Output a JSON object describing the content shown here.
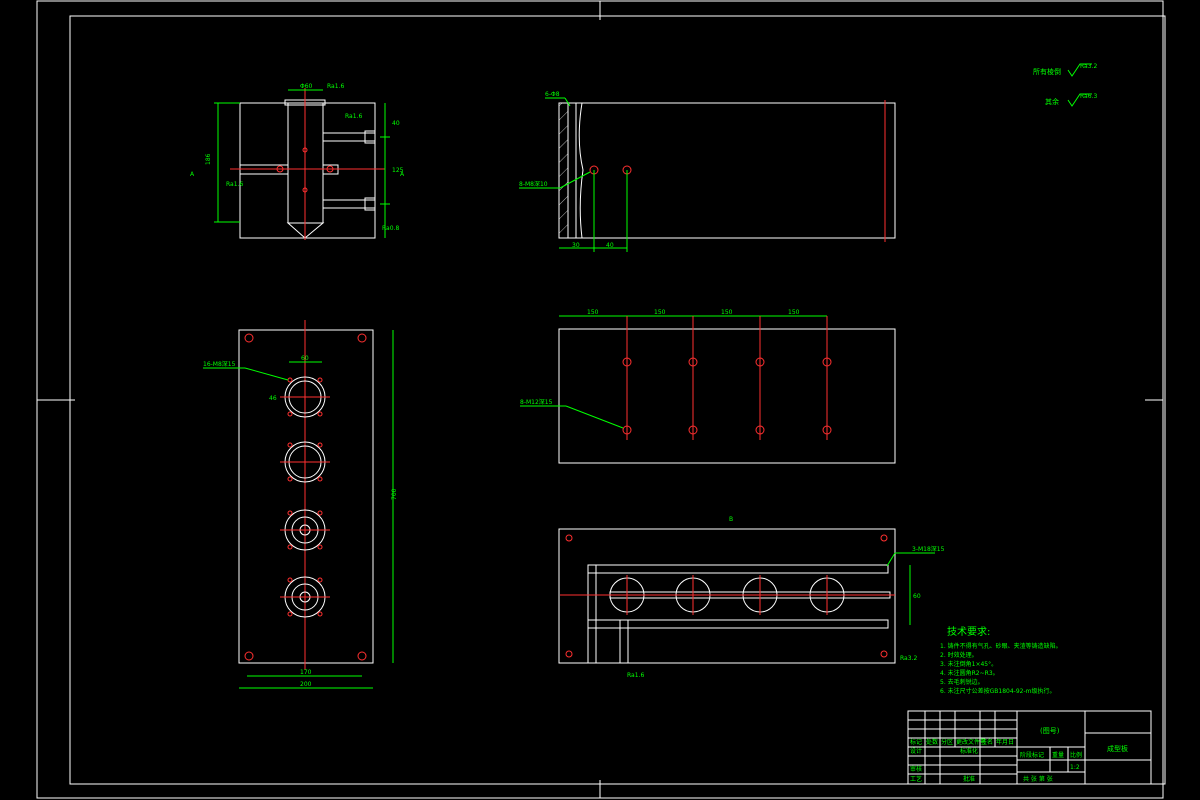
{
  "views": {
    "side": {
      "dim_top": "Φ60",
      "dim_height": "186",
      "dim_v1": "40",
      "dim_v2": "125",
      "roughness_a": "Ra1.6",
      "roughness_b": "Ra1.6",
      "roughness_c": "Ra1.6",
      "roughness_d": "Ra0.8",
      "section_left": "A",
      "section_right": "A"
    },
    "front_top": {
      "hole_label": "6-Φ8",
      "side_hole_label": "8-M8深10",
      "dim_a": "30",
      "dim_b": "40"
    },
    "plan": {
      "hole_label": "16-M8深15",
      "dim_bore": "60",
      "dim_pitch": "46",
      "dim_inner": "170",
      "dim_outer": "200",
      "dim_len": "700"
    },
    "middle": {
      "dim_1": "150",
      "dim_2": "150",
      "dim_3": "150",
      "dim_4": "150",
      "hole_label": "8-M12深15"
    },
    "section": {
      "mark": "B",
      "port_label": "3-M18深15",
      "dim_h": "60",
      "roughness": "Ra1.6",
      "roughness_right": "Ra3.2"
    }
  },
  "notes": {
    "roughness_all_label": "所有棱倒",
    "roughness_all_value": "Ra3.2",
    "roughness_rest_label": "其余",
    "roughness_rest_value": "Ra6.3",
    "title": "技术要求:",
    "items": [
      "1. 铸件不得有气孔、砂眼、夹渣等铸造缺陷。",
      "2. 时效处理。",
      "3. 未注倒角1×45°。",
      "4. 未注圆角R2~R3。",
      "5. 去毛刺锐边。",
      "6. 未注尺寸公差按GB1804-92-m级执行。"
    ]
  },
  "title_block": {
    "part_name": "成型板",
    "company": "(图号)",
    "row_labels": [
      "标记",
      "处数",
      "分区",
      "更改文件号",
      "签名",
      "年月日"
    ],
    "designer": "设计",
    "checker": "审核",
    "process": "工艺",
    "standard": "标准化",
    "approve": "批准",
    "stage": "阶段标记",
    "weight": "重量",
    "scale": "比例",
    "scale_val": "1:2",
    "sheet": "共 张 第 张"
  }
}
